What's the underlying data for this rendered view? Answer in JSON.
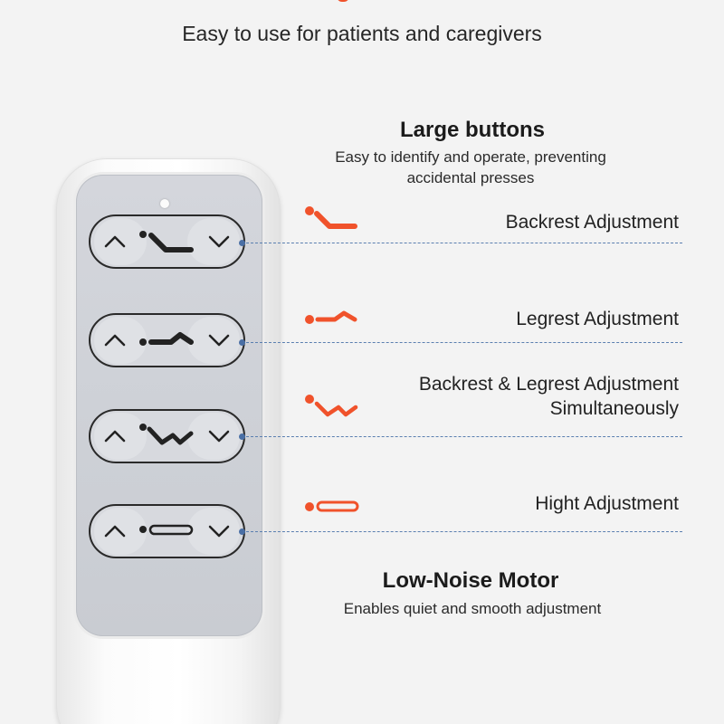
{
  "subtitle": "Easy to use for patients and caregivers",
  "large_buttons": {
    "title": "Large buttons",
    "description": "Easy to identify and operate, preventing accidental presses"
  },
  "features": [
    {
      "label": "Backrest Adjustment",
      "icon": "backrest-icon"
    },
    {
      "label": "Legrest Adjustment",
      "icon": "legrest-icon"
    },
    {
      "label": "Backrest & Legrest Adjustment Simultaneously",
      "icon": "backrest-legrest-icon"
    },
    {
      "label": "Hight Adjustment",
      "icon": "height-icon"
    }
  ],
  "low_noise": {
    "title": "Low-Noise Motor",
    "description": "Enables quiet and smooth adjustment"
  },
  "colors": {
    "accent": "#f0522b",
    "background": "#f3f3f3",
    "panel": "#d2d4da",
    "dashed_line": "#5a7fb0"
  }
}
